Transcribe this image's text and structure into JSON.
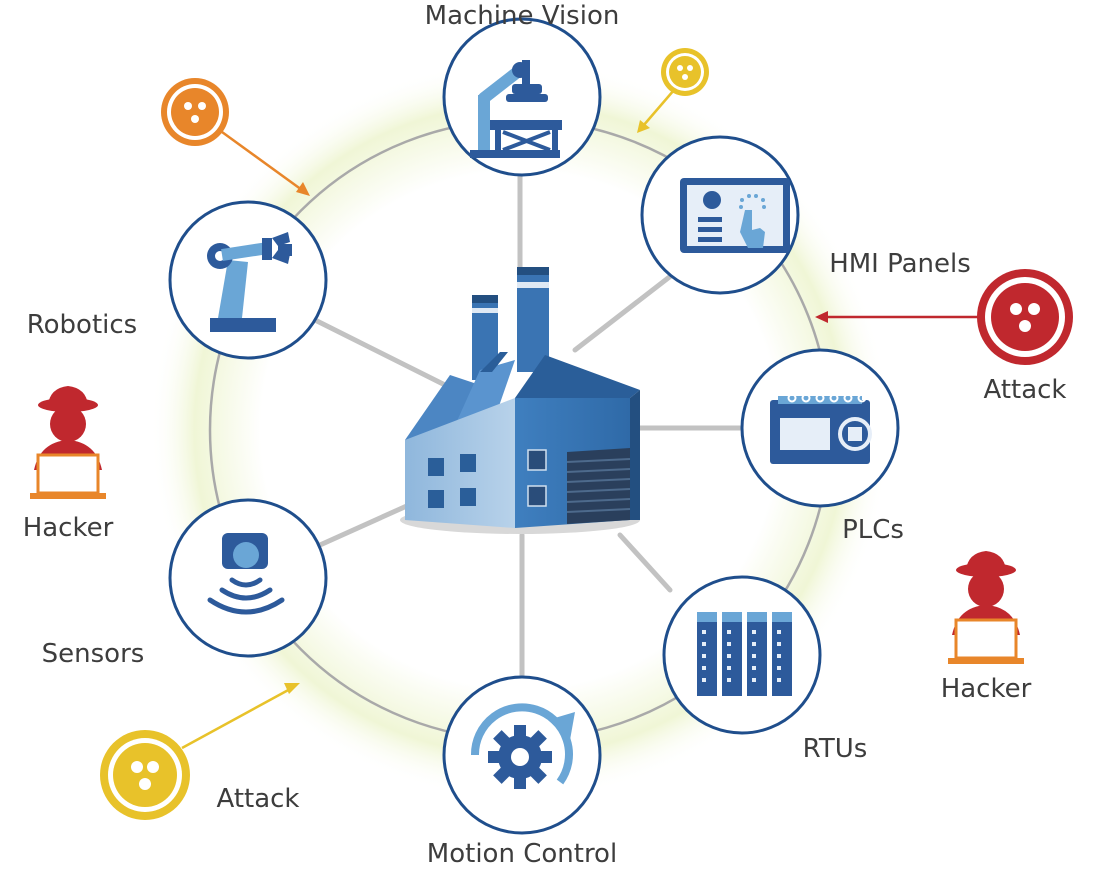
{
  "labels": {
    "machine_vision": "Machine Vision",
    "hmi_panels": "HMI Panels",
    "robotics": "Robotics",
    "plcs": "PLCs",
    "sensors": "Sensors",
    "rtus": "RTUs",
    "motion_control": "Motion Control",
    "hacker_left": "Hacker",
    "hacker_right": "Hacker",
    "attack_right": "Attack",
    "attack_bottom_left": "Attack"
  },
  "colors": {
    "node_border": "#1f4e8c",
    "icon_dark": "#2d5a9b",
    "icon_light": "#6aa6d6",
    "ring": "#a9a9a9",
    "spoke": "#bdbdbd",
    "attack_orange": "#e8862a",
    "attack_yellow": "#e8c22a",
    "attack_red": "#c0282e",
    "hacker_red": "#c0282e",
    "laptop_orange": "#e8862a",
    "glow": "#f1f6d8"
  },
  "icons": {
    "center": "factory-icon",
    "machine_vision": "machine-vision-icon",
    "hmi_panels": "hmi-touch-panel-icon",
    "robotics": "robot-arm-icon",
    "plcs": "plc-module-icon",
    "sensors": "proximity-sensor-icon",
    "rtus": "rtu-rack-icon",
    "motion_control": "gear-rotation-icon",
    "attack": "virus-icon",
    "hacker": "hacker-laptop-icon"
  }
}
